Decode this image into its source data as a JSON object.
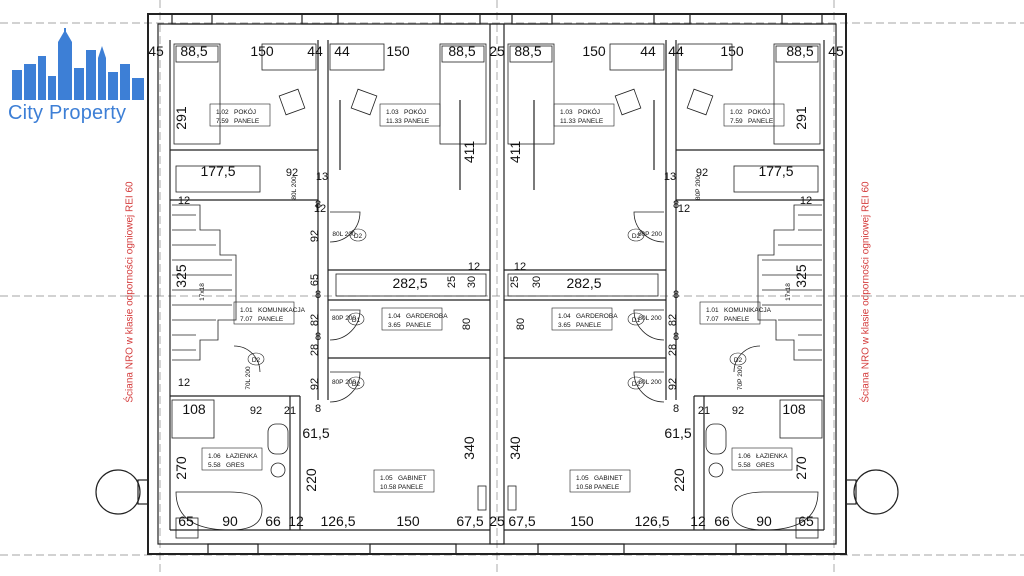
{
  "brand": {
    "name": "City Property",
    "color": "#3d7fd6"
  },
  "fire_note": {
    "text": "Ściana NRO w klasie odporności ogniowej REI 60",
    "color": "#d43c3c"
  },
  "rooms": [
    {
      "id": "left-pokoj-102",
      "num": "1.02",
      "name": "POKÓJ",
      "area": "7.59",
      "finish": "PANELE"
    },
    {
      "id": "left-pokoj-103",
      "num": "1.03",
      "name": "POKÓJ",
      "area": "11.33",
      "finish": "PANELE"
    },
    {
      "id": "right-pokoj-103",
      "num": "1.03",
      "name": "POKÓJ",
      "area": "11.33",
      "finish": "PANELE"
    },
    {
      "id": "right-pokoj-102",
      "num": "1.02",
      "name": "POKÓJ",
      "area": "7.59",
      "finish": "PANELE"
    },
    {
      "id": "left-komunikacja",
      "num": "1.01",
      "name": "KOMUNIKACJA",
      "area": "7.07",
      "finish": "PANELE"
    },
    {
      "id": "left-garderoba",
      "num": "1.04",
      "name": "GARDEROBA",
      "area": "3.65",
      "finish": "PANELE"
    },
    {
      "id": "right-garderoba",
      "num": "1.04",
      "name": "GARDEROBA",
      "area": "3.65",
      "finish": "PANELE"
    },
    {
      "id": "right-komunikacja",
      "num": "1.01",
      "name": "KOMUNIKACJA",
      "area": "7.07",
      "finish": "PANELE"
    },
    {
      "id": "left-lazienka",
      "num": "1.06",
      "name": "ŁAZIENKA",
      "area": "5.58",
      "finish": "GRES"
    },
    {
      "id": "left-gabinet",
      "num": "1.05",
      "name": "GABINET",
      "area": "10.58",
      "finish": "PANELE"
    },
    {
      "id": "right-gabinet",
      "num": "1.05",
      "name": "GABINET",
      "area": "10.58",
      "finish": "PANELE"
    },
    {
      "id": "right-lazienka",
      "num": "1.06",
      "name": "ŁAZIENKA",
      "area": "5.58",
      "finish": "GRES"
    }
  ],
  "dimensions": {
    "top": [
      "45",
      "88,5",
      "150",
      "44",
      "44",
      "150",
      "88,5",
      "25",
      "88,5",
      "150",
      "44",
      "44",
      "150",
      "88,5",
      "45"
    ],
    "bottom": [
      "65",
      "90",
      "66",
      "12",
      "126,5",
      "150",
      "67,5",
      "25",
      "67,5",
      "150",
      "126,5",
      "12",
      "66",
      "90",
      "65"
    ],
    "interior": [
      "291",
      "177,5",
      "92",
      "13",
      "411",
      "411",
      "291",
      "177,5",
      "92",
      "13",
      "92",
      "65",
      "82",
      "28",
      "92",
      "325",
      "282,5",
      "25",
      "30",
      "282,5",
      "25",
      "30",
      "80",
      "80",
      "82",
      "28",
      "92",
      "325",
      "108",
      "92",
      "21",
      "61,5",
      "340",
      "340",
      "61,5",
      "21",
      "92",
      "108",
      "270",
      "220",
      "220",
      "270",
      "12",
      "12",
      "12",
      "12",
      "12",
      "12",
      "12",
      "8",
      "8",
      "8",
      "8",
      "8",
      "8",
      "8",
      "8"
    ]
  },
  "doors": {
    "labels": [
      "D2",
      "D2",
      "D2",
      "D2",
      "D1",
      "D1",
      "D2",
      "D2"
    ],
    "specs": [
      "80L 200",
      "80P 200",
      "80L 200",
      "80P 200",
      "70L 200",
      "70P 200",
      "80P 200",
      "80L 200",
      "80P 200",
      "80L 200"
    ]
  },
  "stairs": {
    "left": "17x18",
    "right": "17x18"
  }
}
